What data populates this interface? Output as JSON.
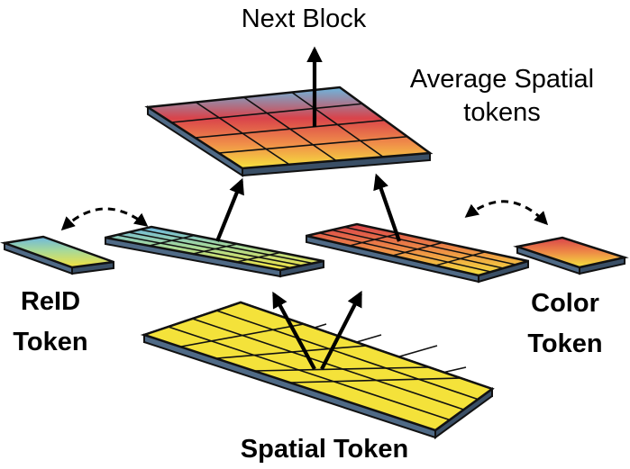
{
  "labels": {
    "next_block": "Next Block",
    "avg_spatial_line1": "Average Spatial",
    "avg_spatial_line2": "tokens",
    "reid_line1": "ReID",
    "reid_line2": "Token",
    "color_line1": "Color",
    "color_line2": "Token",
    "spatial": "Spatial Token"
  },
  "colors": {
    "yellow": "#f5e33a",
    "blue": "#6fb4dc",
    "red": "#d9434b",
    "orange": "#eb8a45",
    "side_edge": "#4f6a86",
    "grid_line": "#1a1a1a"
  }
}
